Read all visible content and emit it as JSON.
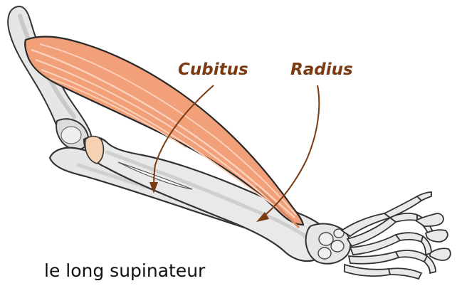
{
  "labels": {
    "ulna": "Cubitus",
    "radius": "Radius",
    "caption": "le long supinateur"
  },
  "colors": {
    "bone_fill": "#e6e6e6",
    "bone_shade": "#c9c9c9",
    "bone_outline": "#333333",
    "muscle_fill": "#f2a07a",
    "muscle_stripe": "#fbd3bd",
    "muscle_outline": "#2a2a2a",
    "cartilage": "#f6d2b2",
    "leader_line": "#7a3a12",
    "label_text": "#7a3a12",
    "caption_text": "#111111"
  }
}
